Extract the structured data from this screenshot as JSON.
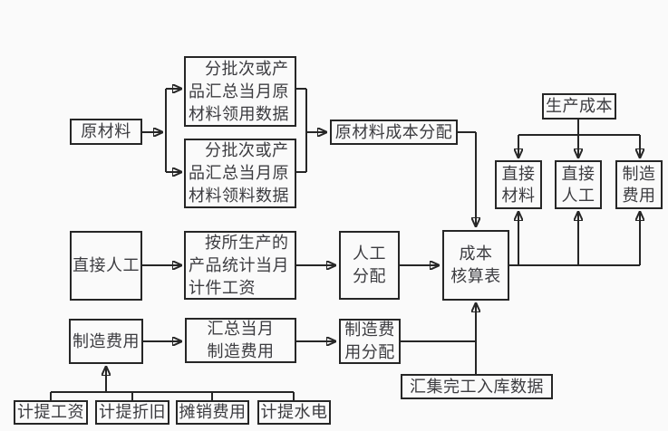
{
  "diagram": {
    "type": "flowchart",
    "colors": {
      "background": "#fafafa",
      "line": "#262626",
      "text": "#3c3c40"
    },
    "nodes": {
      "raw_material": {
        "label": "原材料"
      },
      "usage_data": {
        "label": "分批次或产\n品汇总当月原\n材料领用数据"
      },
      "picking_data": {
        "label": "分批次或产\n品汇总当月原\n材料领料数据"
      },
      "material_cost_alloc": {
        "label": "原材料成本分配"
      },
      "production_cost": {
        "label": "生产成本"
      },
      "direct_material_sub": {
        "label": "直接\n材料"
      },
      "direct_labor_sub": {
        "label": "直接\n人工"
      },
      "overhead_sub": {
        "label": "制造\n费用"
      },
      "direct_labor": {
        "label": "直接人工"
      },
      "piecework_stats": {
        "label": "按所生产的\n产品统计当月\n计件工资"
      },
      "labor_alloc": {
        "label": "人工\n分配"
      },
      "cost_sheet": {
        "label": "成本\n核算表"
      },
      "overhead": {
        "label": "制造费用"
      },
      "monthly_overhead": {
        "label": "汇总当月\n制造费用"
      },
      "overhead_alloc": {
        "label": "制造费\n用分配"
      },
      "accrued_wages": {
        "label": "计提工资"
      },
      "accrued_depreciation": {
        "label": "计提折旧"
      },
      "amortized_expense": {
        "label": "摊销费用"
      },
      "accrued_utilities": {
        "label": "计提水电"
      },
      "finished_goods_data": {
        "label": "汇集完工入库数据"
      }
    }
  }
}
